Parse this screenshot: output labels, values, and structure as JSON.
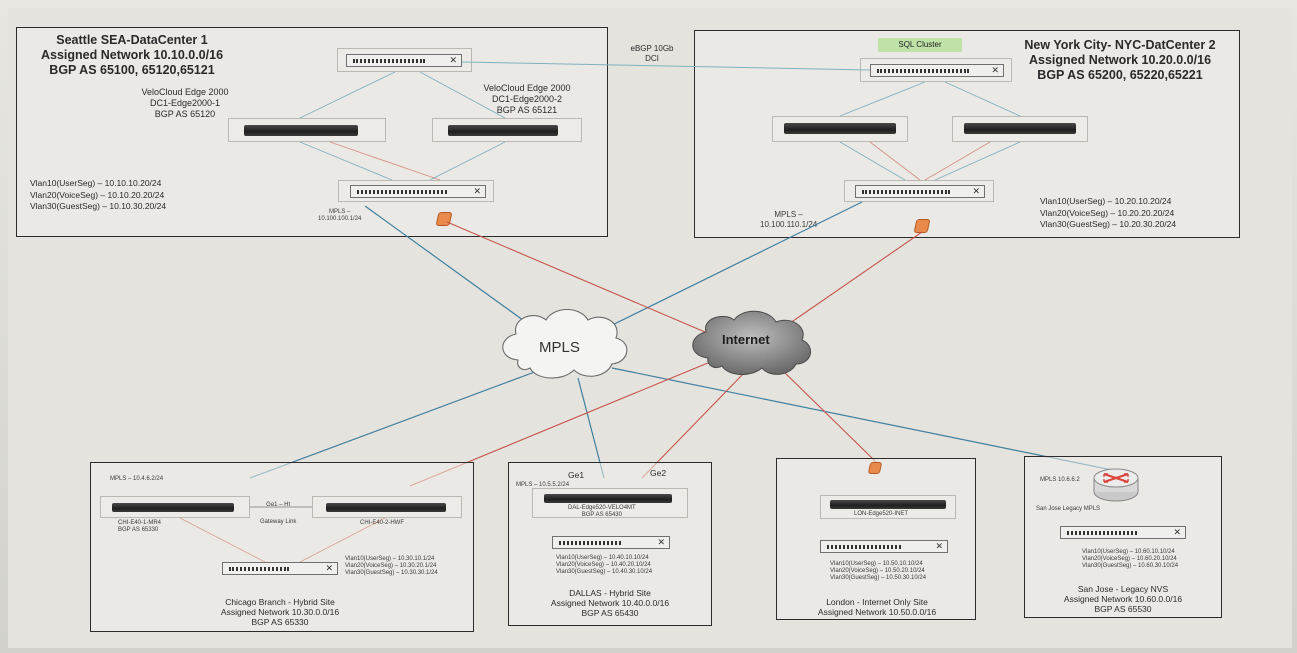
{
  "sea": {
    "title1": "Seattle SEA-DataCenter 1",
    "title2": "Assigned Network 10.10.0.0/16",
    "title3": "BGP AS 65100, 65120,65121",
    "edge1": [
      "VeloCloud Edge 2000",
      "DC1-Edge2000-1",
      "BGP AS 65120"
    ],
    "edge2": [
      "VeloCloud Edge 2000",
      "DC1-Edge2000-2",
      "BGP AS 65121"
    ],
    "vlans": [
      "Vlan10(UserSeg) – 10.10.10.20/24",
      "Vlan20(VoiceSeg) – 10.10.20.20/24",
      "Vlan30(GuestSeg) – 10.10.30.20/24"
    ],
    "mpls": [
      "MPLS –",
      "10.100.100.1/24"
    ]
  },
  "dci": [
    "eBGP 10Gb",
    "DCI"
  ],
  "nyc": {
    "title1": "New York City- NYC-DatCenter 2",
    "title2": "Assigned Network 10.20.0.0/16",
    "title3": "BGP AS 65200, 65220,65221",
    "sql": "SQL Cluster",
    "vlans": [
      "Vlan10(UserSeg) – 10.20.10.20/24",
      "Vlan20(VoiceSeg) – 10.20.20.20/24",
      "Vlan30(GuestSeg) – 10.20.30.20/24"
    ],
    "mpls": [
      "MPLS –",
      "10.100.110.1/24"
    ]
  },
  "clouds": {
    "mpls": "MPLS",
    "internet": "Internet"
  },
  "chicago": {
    "mpls": "MPLS – 10.4.6.2/24",
    "edge1": [
      "CHI-E40-1-MR4",
      "BGP AS 65330"
    ],
    "edge2": "CHI-E40-2-HWF",
    "link": [
      "Ge1 – Ht",
      "Gateway Link"
    ],
    "vlans": [
      "Vlan10(UserSeg) – 10.30.10.1/24",
      "Vlan20(VoiceSeg) – 10.30.20.1/24",
      "Vlan30(GuestSeg) – 10.30.30.1/24"
    ],
    "footer": [
      "Chicago Branch - Hybrid Site",
      "Assigned Network 10.30.0.0/16",
      "BGP AS 65330"
    ]
  },
  "dallas": {
    "ge1": "Ge1",
    "ge2": "Ge2",
    "mpls": "MPLS – 10.5.5.2/24",
    "edge": [
      "DAL-Edge520-VELO4MT",
      "BGP AS 65430"
    ],
    "vlans": [
      "Vlan10(UserSeg) – 10.40.10.10/24",
      "Vlan20(VoiceSeg) – 10.40.20.10/24",
      "Vlan30(GuestSeg) – 10.40.30.10/24"
    ],
    "footer": [
      "DALLAS - Hybrid Site",
      "Assigned Network 10.40.0.0/16",
      "BGP AS 65430"
    ]
  },
  "london": {
    "edge": "LON-Edge520-INET",
    "vlans": [
      "Vlan10(UserSeg) – 10.50.10.10/24",
      "Vlan20(VoiceSeg) – 10.50.20.10/24",
      "Vlan30(GuestSeg) – 10.50.30.10/24"
    ],
    "footer": [
      "London - Internet Only Site",
      "Assigned Network 10.50.0.0/16"
    ]
  },
  "sanjose": {
    "mpls": "MPLS 10.6.6.2",
    "router": "San Jose Legacy MPLS",
    "vlans": [
      "Vlan10(UserSeg) – 10.60.10.10/24",
      "Vlan20(VoiceSeg) – 10.60.20.10/24",
      "Vlan30(GuestSeg) – 10.60.30.10/24"
    ],
    "footer": [
      "San Jose - Legacy NVS",
      "Assigned Network 10.60.0.0/16",
      "BGP AS 65530"
    ]
  },
  "colors": {
    "mpls_link": "#3f7fa0",
    "internet_link": "#c8554a",
    "dci_link": "#7fb0c0"
  }
}
